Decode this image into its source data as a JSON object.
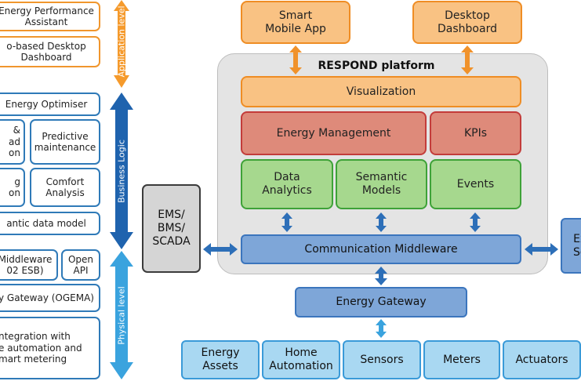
{
  "left_panel": {
    "boxes": [
      {
        "id": "energy_performance_assistant",
        "text": "Energy Performance\nAssistant"
      },
      {
        "id": "web_dashboard",
        "text": "o-based Desktop\nDashboard"
      },
      {
        "id": "energy_optimiser",
        "text": "Energy Optimiser"
      },
      {
        "id": "load_box",
        "text": "&\nad\non"
      },
      {
        "id": "predictive_maintenance",
        "text": "Predictive\nmaintenance"
      },
      {
        "id": "g_box",
        "text": "g\non"
      },
      {
        "id": "comfort_analysis",
        "text": "Comfort\nAnalysis"
      },
      {
        "id": "semantic_data_model",
        "text": "antic data model"
      },
      {
        "id": "middleware",
        "text": "Middleware\n02 ESB)"
      },
      {
        "id": "open_api",
        "text": "Open\nAPI"
      },
      {
        "id": "gateway_ogema",
        "text": "y Gateway (OGEMA)"
      },
      {
        "id": "integration",
        "text": "ntegration with\ne automation and\nmart metering"
      }
    ],
    "levels": [
      {
        "id": "application",
        "label": "Application level"
      },
      {
        "id": "business",
        "label": "Business Logic"
      },
      {
        "id": "physical",
        "label": "Physical level"
      }
    ]
  },
  "platform": {
    "title": "RESPOND platform",
    "visualization": "Visualization",
    "energy_management": "Energy Management",
    "kpis": "KPIs",
    "data_analytics": "Data\nAnalytics",
    "semantic_models": "Semantic\nModels",
    "events": "Events",
    "communication_middleware": "Communication Middleware"
  },
  "apps": {
    "smart_mobile": "Smart\nMobile App",
    "desktop_dashboard": "Desktop\nDashboard"
  },
  "ems": "EMS/\nBMS/\nSCADA",
  "external": "Ex\nSe",
  "energy_gateway": "Energy Gateway",
  "devices": [
    {
      "id": "energy_assets",
      "text": "Energy\nAssets"
    },
    {
      "id": "home_automation",
      "text": "Home\nAutomation"
    },
    {
      "id": "sensors",
      "text": "Sensors"
    },
    {
      "id": "meters",
      "text": "Meters"
    },
    {
      "id": "actuators",
      "text": "Actuators"
    }
  ],
  "colors": {
    "orange_level": "#f59a2c",
    "business_level": "#1f63ae",
    "physical_level": "#3aa3de",
    "arrow_blue": "#2d6fb8",
    "arrow_orange": "#f0922b"
  }
}
